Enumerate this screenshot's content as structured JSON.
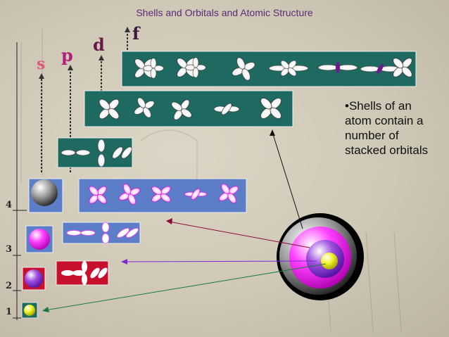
{
  "title": "Shells and Orbitals and Atomic Structure",
  "subshells": {
    "s": "s",
    "p": "p",
    "d": "d",
    "f": "f"
  },
  "levels": [
    "1",
    "2",
    "3",
    "4"
  ],
  "note": "•Shells of an atom contain a number of stacked orbitals",
  "colors": {
    "teal_box": "#1f6a60",
    "blue_box": "#5c7ec8",
    "red_box": "#c8102e",
    "magenta": "#ff00ff",
    "purple": "#8a30d0",
    "yellow": "#f0f020"
  }
}
